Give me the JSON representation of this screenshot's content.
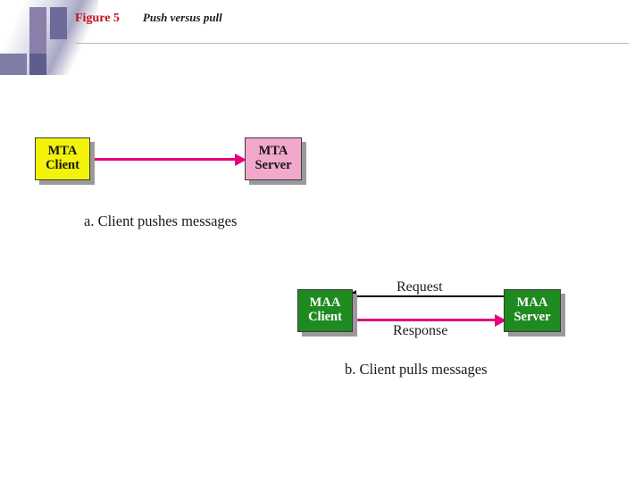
{
  "header": {
    "figure_label": "Figure 5",
    "figure_title": "Push versus pull"
  },
  "colors": {
    "figure_label": "#c20d18",
    "arrow_magenta": "#e6007e",
    "box_yellow": "#f2f20a",
    "box_pink": "#f2a8cd",
    "box_green": "#1f8a1f",
    "shadow": "#9a9a9a"
  },
  "diagram_a": {
    "caption": "a. Client pushes messages",
    "client_box": {
      "line1": "MTA",
      "line2": "Client"
    },
    "server_box": {
      "line1": "MTA",
      "line2": "Server"
    }
  },
  "diagram_b": {
    "caption": "b. Client pulls messages",
    "client_box": {
      "line1": "MAA",
      "line2": "Client"
    },
    "server_box": {
      "line1": "MAA",
      "line2": "Server"
    },
    "request_label": "Request",
    "response_label": "Response"
  }
}
